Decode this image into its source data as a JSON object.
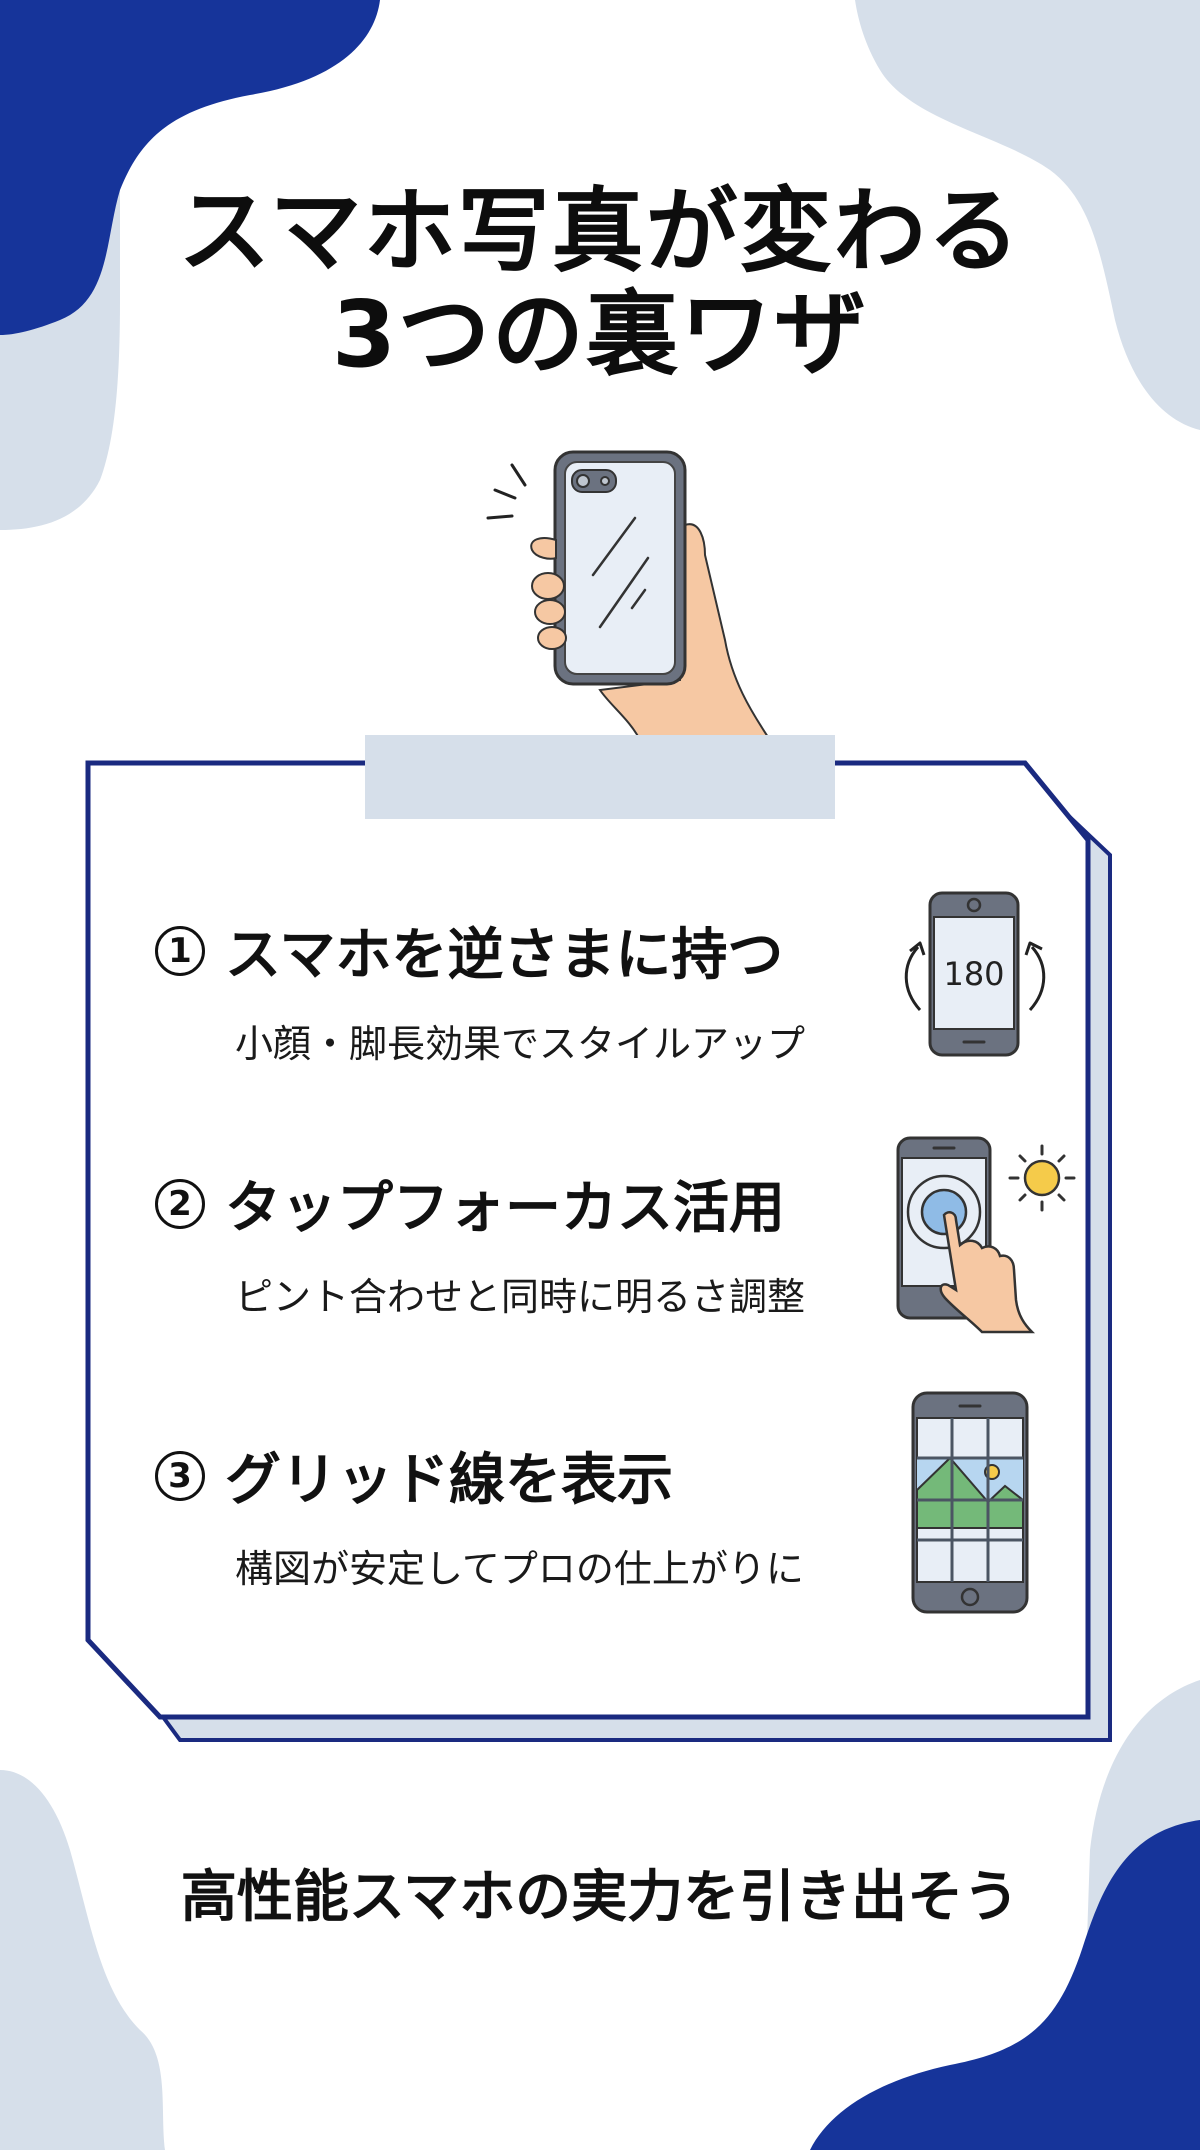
{
  "title": {
    "line1": "スマホ写真が変わる",
    "line2": "3つの裏ワザ"
  },
  "hero": {
    "icon": "hand-holding-phone-icon"
  },
  "tips": [
    {
      "number": "1",
      "heading": "スマホを逆さまに持つ",
      "description": "小顔・脚長効果でスタイルアップ",
      "icon": "rotate-phone-180-icon",
      "icon_label": "180"
    },
    {
      "number": "2",
      "heading": "タップフォーカス活用",
      "description": "ピント合わせと同時に明るさ調整",
      "icon": "tap-focus-brightness-icon"
    },
    {
      "number": "3",
      "heading": "グリッド線を表示",
      "description": "構図が安定してプロの仕上がりに",
      "icon": "grid-lines-landscape-icon"
    }
  ],
  "footer": {
    "text": "高性能スマホの実力を引き出そう"
  },
  "colors": {
    "navy": "#16349a",
    "light_blue_gray": "#d6dfea",
    "frame_border": "#1a2a80",
    "text": "#111111",
    "skin": "#f6c8a3",
    "phone_body": "#6b7280",
    "phone_screen": "#e8eef6",
    "sun": "#f5cb4a",
    "focus_blue": "#8fbbe6",
    "mountain_green": "#74b979",
    "sky_blue": "#b7d6f0"
  }
}
